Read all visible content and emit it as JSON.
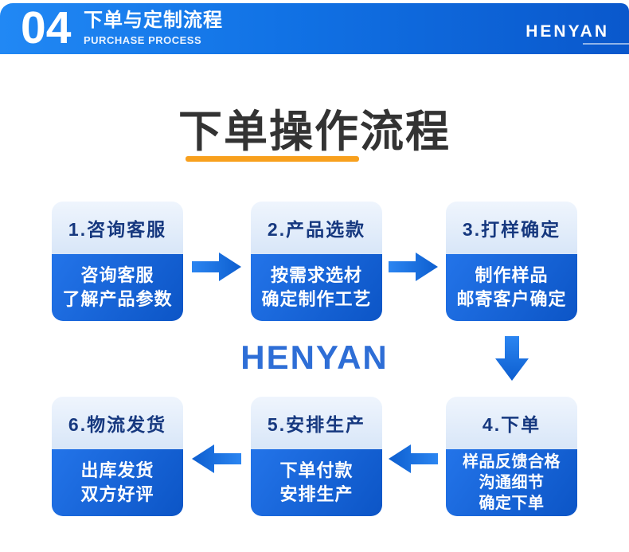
{
  "header": {
    "number": "04",
    "title": "下单与定制流程",
    "subtitle": "PURCHASE PROCESS",
    "brand": "HENYAN"
  },
  "main": {
    "title": "下单操作流程",
    "watermark": "HENYAN"
  },
  "steps": [
    {
      "label": "1.咨询客服",
      "lines": [
        "咨询客服",
        "了解产品参数"
      ]
    },
    {
      "label": "2.产品选款",
      "lines": [
        "按需求选材",
        "确定制作工艺"
      ]
    },
    {
      "label": "3.打样确定",
      "lines": [
        "制作样品",
        "邮寄客户确定"
      ]
    },
    {
      "label": "4.下单",
      "lines": [
        "样品反馈合格",
        "沟通细节",
        "确定下单"
      ]
    },
    {
      "label": "5.安排生产",
      "lines": [
        "下单付款",
        "安排生产"
      ]
    },
    {
      "label": "6.物流发货",
      "lines": [
        "出库发货",
        "双方好评"
      ]
    }
  ],
  "colors": {
    "banner_blue_left": "#2188f4",
    "banner_blue_right": "#0a58cc",
    "box_head_bg": "#d8e6f8",
    "box_head_text": "#16387f",
    "box_body_blue_light": "#2374e9",
    "box_body_blue_dark": "#0c55c6",
    "arrow_blue": "#1571e4",
    "accent_underline": "#f8a01d",
    "title_text": "#333333",
    "watermark_blue": "#2e6ed6"
  }
}
